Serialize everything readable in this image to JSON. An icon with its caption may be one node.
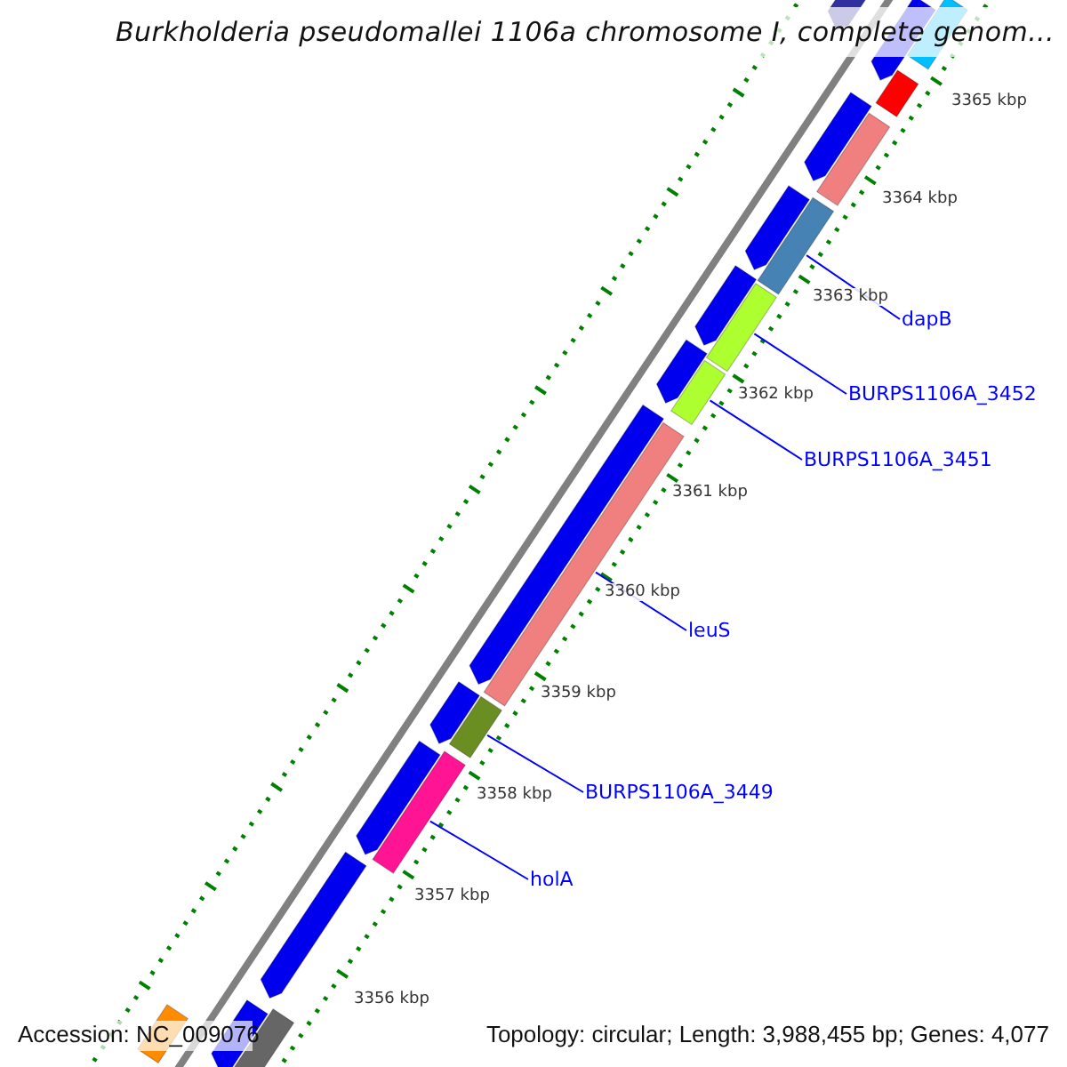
{
  "diagram": {
    "title": "Burkholderia pseudomallei 1106a chromosome I, complete genom...",
    "nodes": [
      {
        "text": [
          "dapB"
        ]
      },
      {
        "text": [],
        "shape": "bar"
      },
      {
        "text": [
          "BURPS1106A_3452"
        ]
      },
      {
        "text": [],
        "shape": "bar"
      },
      {
        "text": [
          "BURPS1106A_3451"
        ]
      },
      {
        "text": [],
        "shape": "bar"
      },
      {
        "text": [
          "leuS"
        ]
      },
      {
        "text": [],
        "shape": "bar"
      },
      {
        "text": [
          "BURPS1106A_3449"
        ]
      },
      {
        "text": [],
        "shape": "bar"
      },
      {
        "text": [
          "holA"
        ]
      },
      {
        "text": [],
        "shape": "bar"
      },
      {
        "text": [],
        "shape": "arrow"
      },
      {
        "text": [],
        "shape": "bar"
      },
      {
        "text": [],
        "shape": "arrow"
      },
      {
        "text": [],
        "shape": "bar"
      },
      {
        "text": [],
        "shape": "arrow"
      },
      {
        "text": [],
        "shape": "bar"
      },
      {
        "text": [],
        "shape": "arrow"
      },
      {
        "text": [],
        "shape": "arrow"
      },
      {
        "text": [],
        "shape": "arrow"
      },
      {
        "text": [],
        "shape": "arrow"
      },
      {
        "text": [],
        "shape": "arrow"
      },
      {
        "text": [],
        "shape": "arrow"
      },
      {
        "text": [],
        "shape": "arrow"
      },
      {
        "text": [],
        "shape": "bar"
      },
      {
        "text": [],
        "shape": "arrow"
      },
      {
        "text": [],
        "shape": "bar"
      }
    ],
    "edges": [
      {
        "from": 0,
        "to": 1,
        "arrow": "none"
      },
      {
        "from": 2,
        "to": 3,
        "arrow": "none"
      },
      {
        "from": 4,
        "to": 5,
        "arrow": "none"
      },
      {
        "from": 6,
        "to": 7,
        "arrow": "none"
      },
      {
        "from": 8,
        "to": 9,
        "arrow": "none"
      },
      {
        "from": 10,
        "to": 11,
        "arrow": "none"
      }
    ],
    "labels": [
      "3365 kbp",
      "3364 kbp",
      "3363 kbp",
      "3362 kbp",
      "3361 kbp",
      "3360 kbp",
      "3359 kbp",
      "3358 kbp",
      "3357 kbp",
      "3356 kbp",
      "Accession: NC_009076",
      "Topology: circular; Length: 3,988,455 bp; Genes: 4,077"
    ]
  }
}
